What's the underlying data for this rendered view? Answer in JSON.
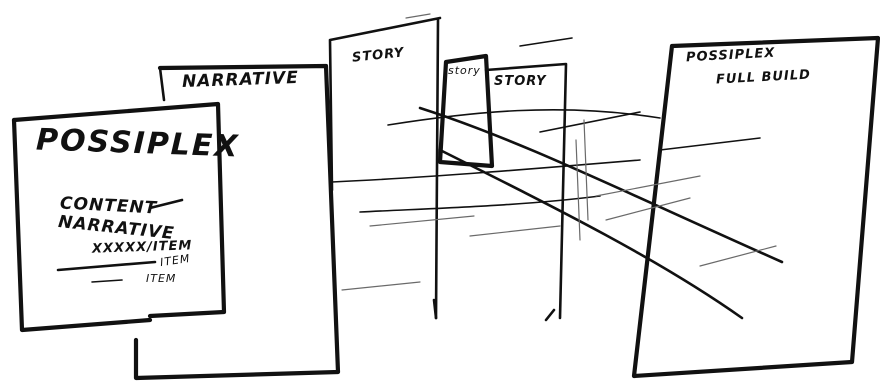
{
  "sheets": {
    "left": {
      "title": "POSSIPLEX",
      "lines": [
        "CONTENT",
        "NARRATIVE",
        "XXXXX/ITEM",
        "ITEM",
        "ITEM"
      ]
    },
    "narrative": {
      "label": "NARRATIVE"
    },
    "story_1": {
      "label": "STORY"
    },
    "story_small": {
      "label": "story"
    },
    "story_2": {
      "label": "STORY"
    },
    "right": {
      "title": "POSSIPLEX",
      "subtitle": "FULL BUILD"
    }
  }
}
